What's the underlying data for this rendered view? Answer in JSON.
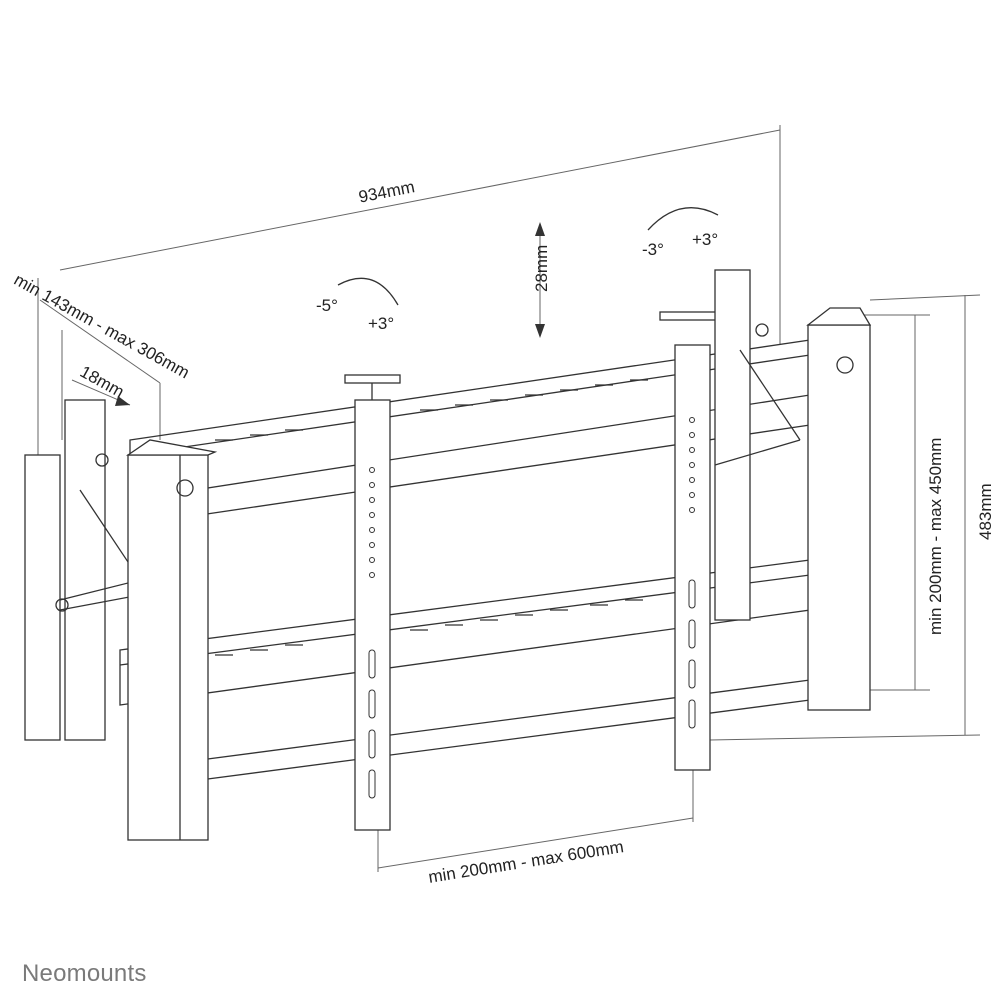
{
  "dimensions": {
    "width_total": "934mm",
    "depth_range": "min 143mm - max 306mm",
    "pop_out": "18mm",
    "height_adjust": "28mm",
    "height_total": "483mm",
    "vesa_vertical": "min 200mm - max 450mm",
    "vesa_horizontal": "min 200mm - max 600mm"
  },
  "tilt": {
    "left_minus": "-5°",
    "left_plus": "+3°",
    "right_minus": "-3°",
    "right_plus": "+3°"
  },
  "brand": "Neomounts",
  "colors": {
    "line": "#333333",
    "dim": "#555555",
    "logo": "#7a7a7a"
  }
}
